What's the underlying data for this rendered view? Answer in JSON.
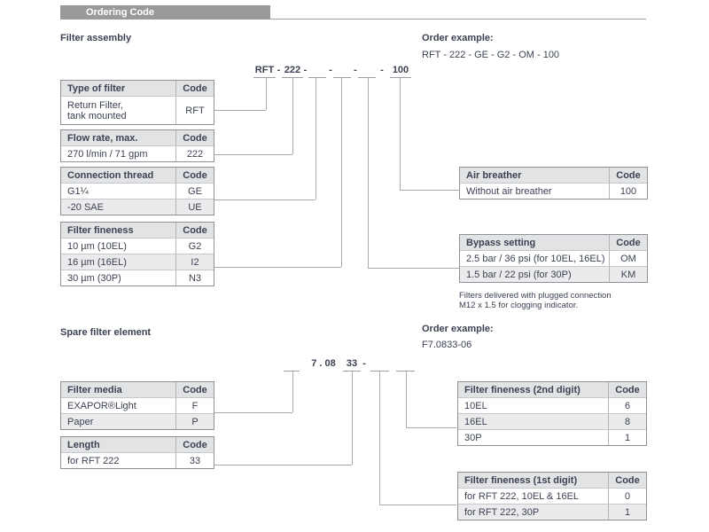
{
  "header": {
    "title": "Ordering Code"
  },
  "sections": {
    "assembly": {
      "title": "Filter assembly",
      "order_example_label": "Order example:",
      "order_example": "RFT - 222 - GE - G2 - OM - 100"
    },
    "spare": {
      "title": "Spare filter element",
      "order_example_label": "Order example:",
      "order_example": "F7.0833-06"
    }
  },
  "code_lines": {
    "assembly": [
      {
        "text": "RFT",
        "underline": true
      },
      {
        "text": "-",
        "underline": false
      },
      {
        "text": "222",
        "underline": true
      },
      {
        "text": "-",
        "underline": false
      },
      {
        "text": "",
        "underline": true
      },
      {
        "text": "-",
        "underline": false
      },
      {
        "text": "",
        "underline": true
      },
      {
        "text": "-",
        "underline": false
      },
      {
        "text": "",
        "underline": true
      },
      {
        "text": "-",
        "underline": false
      },
      {
        "text": "100",
        "underline": true
      }
    ],
    "spare": [
      {
        "text": "",
        "underline": true
      },
      {
        "text": "7 . 08",
        "underline": false
      },
      {
        "text": "33",
        "underline": true
      },
      {
        "text": "-",
        "underline": false
      },
      {
        "text": "",
        "underline": true
      },
      {
        "text": "",
        "underline": true
      }
    ]
  },
  "tables": {
    "t_type": {
      "title": "Type of filter",
      "code_label": "Code",
      "rows": [
        {
          "label": "Return Filter,\ntank mounted",
          "code": "RFT",
          "tall": true
        }
      ]
    },
    "t_flow": {
      "title": "Flow rate, max.",
      "code_label": "Code",
      "rows": [
        {
          "label": "270 l/min / 71 gpm",
          "code": "222"
        }
      ]
    },
    "t_thread": {
      "title": "Connection thread",
      "code_label": "Code",
      "rows": [
        {
          "label": "G1¼",
          "code": "GE"
        },
        {
          "label": "-20 SAE",
          "code": "UE",
          "shaded": true
        }
      ]
    },
    "t_fineness": {
      "title": "Filter fineness",
      "code_label": "Code",
      "rows": [
        {
          "label": "10 µm (10EL)",
          "code": "G2"
        },
        {
          "label": "16 µm (16EL)",
          "code": "I2",
          "shaded": true
        },
        {
          "label": "30 µm (30P)",
          "code": "N3"
        }
      ]
    },
    "t_air": {
      "title": "Air breather",
      "code_label": "Code",
      "rows": [
        {
          "label": "Without air breather",
          "code": "100"
        }
      ]
    },
    "t_bypass": {
      "title": "Bypass setting",
      "code_label": "Code",
      "rows": [
        {
          "label": "2.5 bar / 36 psi (for 10EL, 16EL)",
          "code": "OM"
        },
        {
          "label": "1.5 bar / 22 psi (for 30P)",
          "code": "KM",
          "shaded": true
        }
      ]
    },
    "t_media": {
      "title": "Filter media",
      "code_label": "Code",
      "rows": [
        {
          "label": "EXAPOR®Light",
          "code": "F"
        },
        {
          "label": "Paper",
          "code": "P",
          "shaded": true
        }
      ]
    },
    "t_length": {
      "title": "Length",
      "code_label": "Code",
      "rows": [
        {
          "label": "for RFT 222",
          "code": "33"
        }
      ]
    },
    "t_fine2": {
      "title": "Filter fineness (2nd digit)",
      "code_label": "Code",
      "rows": [
        {
          "label": "10EL",
          "code": "6"
        },
        {
          "label": "16EL",
          "code": "8",
          "shaded": true
        },
        {
          "label": "30P",
          "code": "1"
        }
      ]
    },
    "t_fine1": {
      "title": "Filter fineness (1st digit)",
      "code_label": "Code",
      "rows": [
        {
          "label": "for RFT 222, 10EL & 16EL",
          "code": "0"
        },
        {
          "label": "for RFT 222, 30P",
          "code": "1",
          "shaded": true
        }
      ]
    }
  },
  "note": [
    "Filters delivered with plugged connection",
    "M12 x 1.5 for clogging indicator."
  ],
  "colors": {
    "header_bar": "#97999b",
    "header_bar_text": "#ffffff",
    "text": "#3b4252",
    "table_header_bg": "#e2e3e5",
    "row_shaded_bg": "#ebebed",
    "table_border": "#8f9194",
    "connector_line": "#a7a9ab"
  }
}
